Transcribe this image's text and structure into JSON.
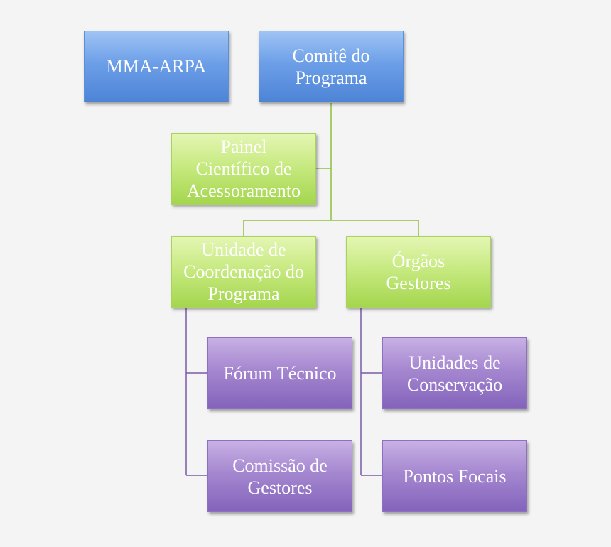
{
  "nodes": {
    "mma_arpa": "MMA-ARPA",
    "comite": "Comitê do\nPrograma",
    "painel": "Painel\nCientífico de\nAcessoramento",
    "unidade_coordenacao": "Unidade de\nCoordenação do\nPrograma",
    "orgaos_gestores": "Órgãos\nGestores",
    "forum_tecnico": "Fórum Técnico",
    "comissao_gestores": "Comissão de\nGestores",
    "unidades_conservacao": "Unidades de\nConservação",
    "pontos_focais": "Pontos Focais"
  },
  "colors": {
    "top_level": "#6d9fe8",
    "mid_level": "#c8ea82",
    "bottom_level": "#a587d0",
    "green_connector": "#8fbf3c",
    "purple_connector": "#7a5aa8"
  },
  "edges": [
    [
      "comite",
      "painel"
    ],
    [
      "comite",
      "unidade_coordenacao"
    ],
    [
      "comite",
      "orgaos_gestores"
    ],
    [
      "unidade_coordenacao",
      "forum_tecnico"
    ],
    [
      "unidade_coordenacao",
      "comissao_gestores"
    ],
    [
      "orgaos_gestores",
      "unidades_conservacao"
    ],
    [
      "orgaos_gestores",
      "pontos_focais"
    ]
  ]
}
